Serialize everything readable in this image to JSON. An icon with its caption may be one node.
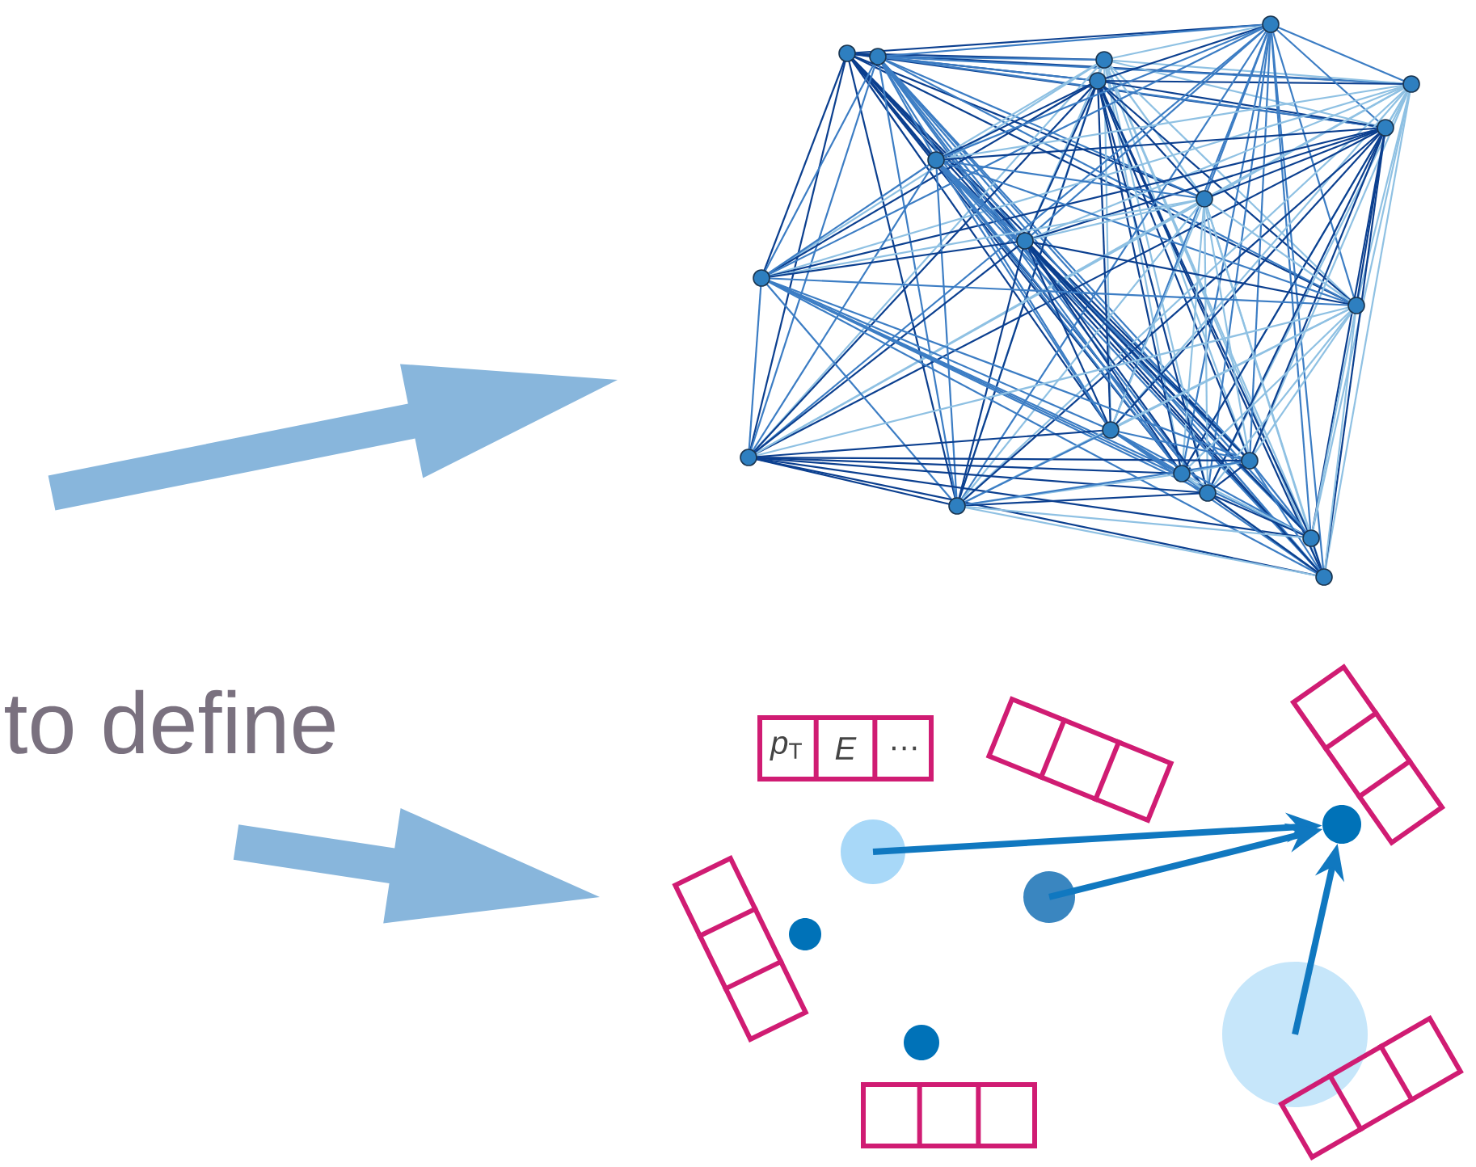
{
  "diagram": {
    "nodes": [
      {
        "text": [
          "*p*$_{T}$",
          "*E*",
          "…"
        ]
      },
      {
        "text": [],
        "shape": "circle"
      },
      {
        "text": [],
        "shape": "circle"
      },
      {
        "text": [],
        "shape": "circle"
      },
      {
        "text": [],
        "shape": "circle"
      },
      {
        "text": [],
        "shape": "circle"
      },
      {
        "text": [],
        "shape": "circle"
      },
      {
        "text": [],
        "shape": "box"
      },
      {
        "text": [],
        "shape": "box"
      },
      {
        "text": [],
        "shape": "box"
      },
      {
        "text": [],
        "shape": "box"
      },
      {
        "text": [],
        "shape": "box"
      }
    ],
    "edges": [
      {
        "from": 1,
        "to": 6,
        "arrow": "to"
      },
      {
        "from": 2,
        "to": 6,
        "arrow": "to"
      },
      {
        "from": 5,
        "to": 6,
        "arrow": "to"
      }
    ],
    "labels": [
      "to define"
    ]
  }
}
